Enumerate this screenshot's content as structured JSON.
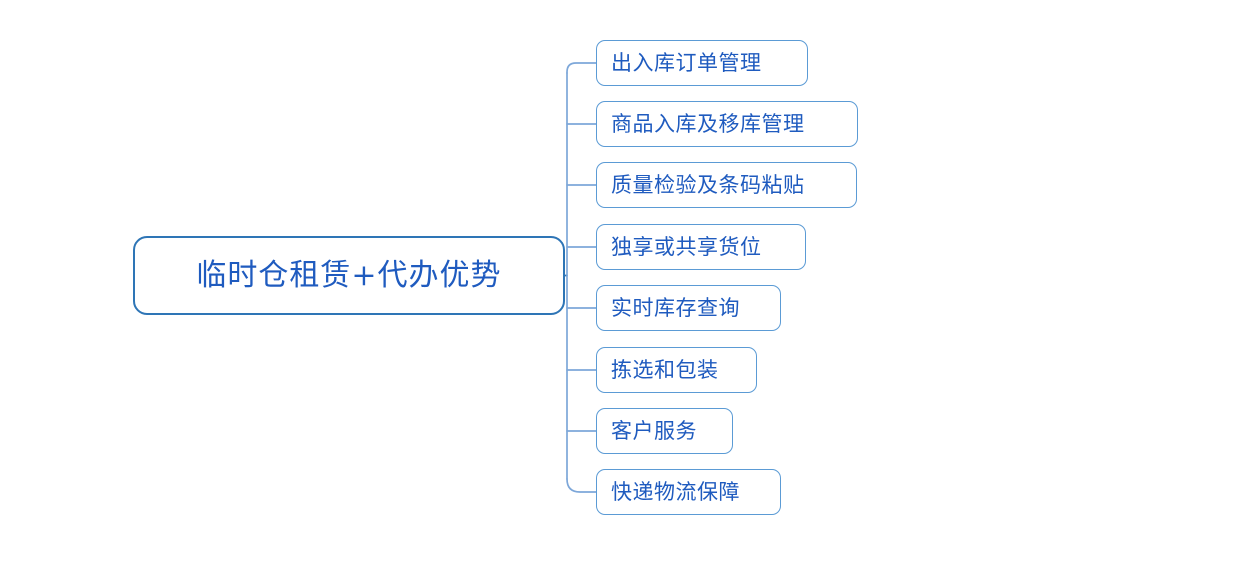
{
  "diagram": {
    "type": "mind-map",
    "orientation": "left-to-right",
    "background_color": "#ffffff",
    "node_border_color": "#5b9bd5",
    "root_border_color": "#2e75b6",
    "text_color": "#1f5bbf",
    "connector_color": "#7da7d9",
    "root": {
      "label": "临时仓租赁+代办优势"
    },
    "children": [
      {
        "label": "出入库订单管理"
      },
      {
        "label": "商品入库及移库管理"
      },
      {
        "label": "质量检验及条码粘贴"
      },
      {
        "label": "独享或共享货位"
      },
      {
        "label": "实时库存查询"
      },
      {
        "label": "拣选和包装"
      },
      {
        "label": "客户服务"
      },
      {
        "label": "快递物流保障"
      }
    ]
  }
}
